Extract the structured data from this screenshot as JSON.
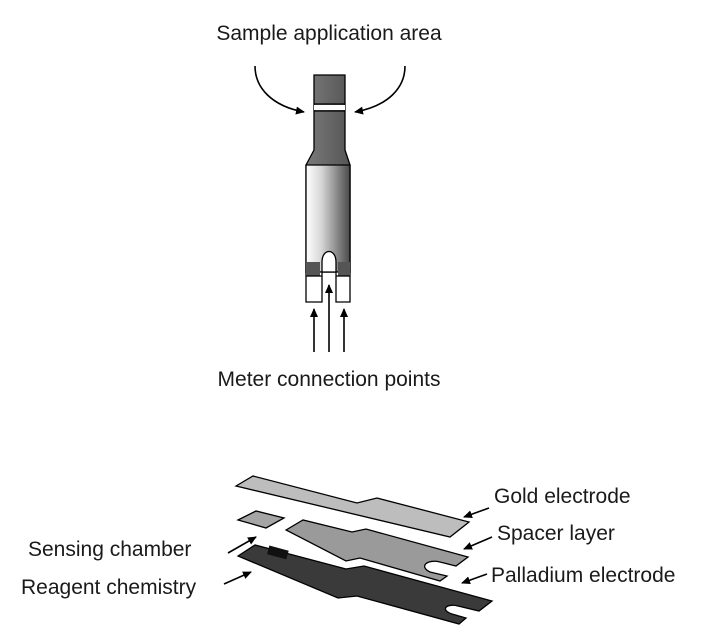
{
  "top_diagram": {
    "sample_label": "Sample application area",
    "meter_label": "Meter connection points"
  },
  "bottom_diagram": {
    "layers": [
      {
        "label": "Gold electrode"
      },
      {
        "label": "Spacer layer"
      },
      {
        "label": "Palladium electrode"
      }
    ],
    "left_labels": [
      {
        "label": "Sensing chamber"
      },
      {
        "label": "Reagent chemistry"
      }
    ]
  },
  "colors": {
    "gold_layer": "#bdbdbd",
    "spacer_layer": "#9e9e9e",
    "palladium_layer": "#3a3a3a",
    "strip_dark": "#4a4a4a",
    "strip_light": "#ffffff"
  }
}
